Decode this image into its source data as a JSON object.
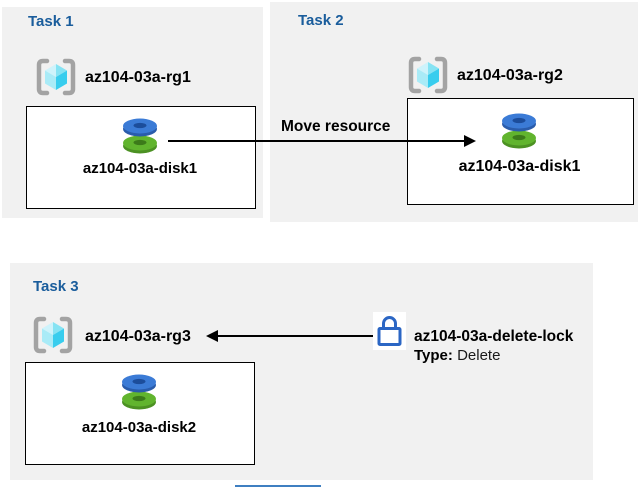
{
  "colors": {
    "panel_bg": "#f1f1f1",
    "title_blue": "#1a5d9c",
    "lock_blue": "#2b66c4",
    "disk_blue": "#3b7bd6",
    "disk_green": "#61b42e",
    "cube_cyan": "#38cdee",
    "bracket_gray": "#a3a3a3",
    "arrow_black": "#000000"
  },
  "tasks": [
    {
      "title": "Task 1",
      "resource_group": "az104-03a-rg1",
      "resource": "az104-03a-disk1"
    },
    {
      "title": "Task 2",
      "resource_group": "az104-03a-rg2",
      "resource": "az104-03a-disk1"
    },
    {
      "title": "Task 3",
      "resource_group": "az104-03a-rg3",
      "resource": "az104-03a-disk2"
    }
  ],
  "move_arrow": {
    "label": "Move resource"
  },
  "lock": {
    "name": "az104-03a-delete-lock",
    "type_label": "Type:",
    "type_value": "Delete"
  }
}
